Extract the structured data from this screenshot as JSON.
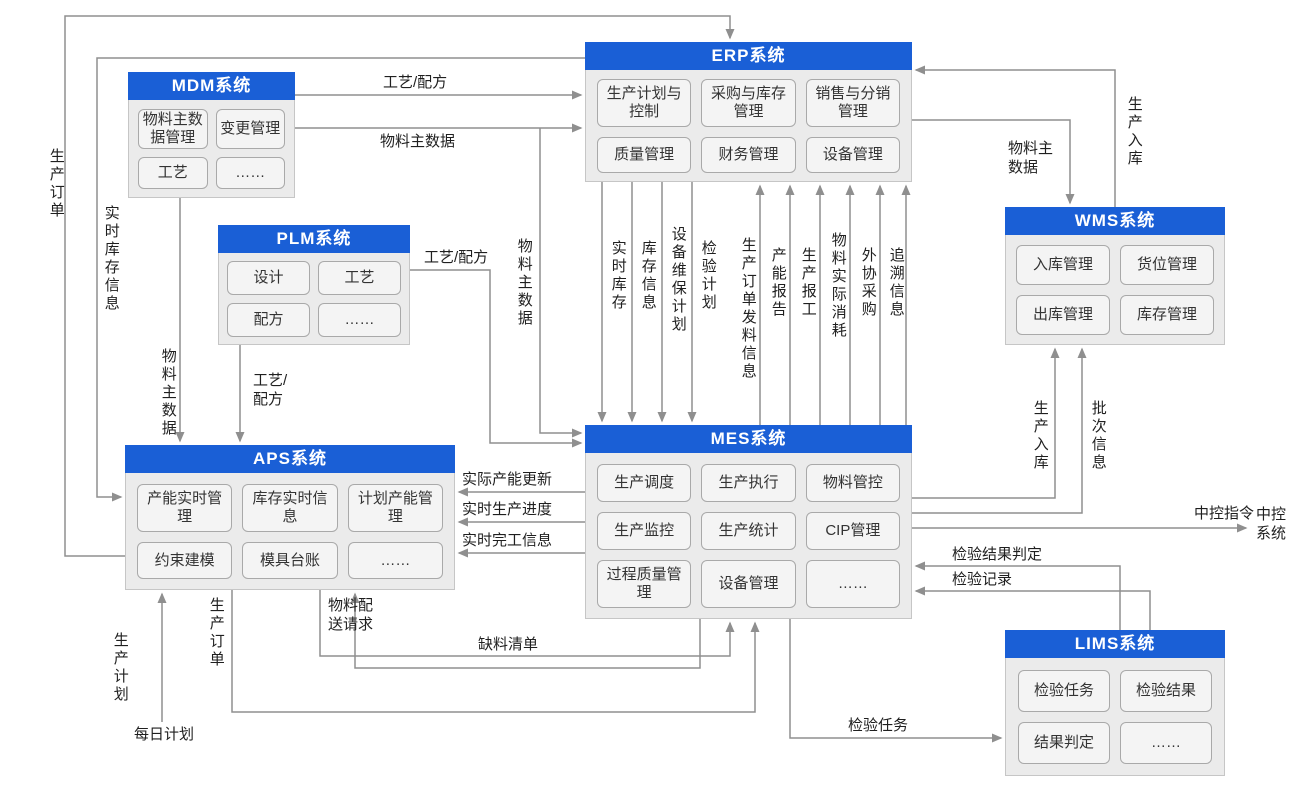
{
  "systems": {
    "mdm": {
      "title": "MDM系统",
      "items": [
        "物料主数据管理",
        "变更管理",
        "工艺",
        "……"
      ]
    },
    "plm": {
      "title": "PLM系统",
      "items": [
        "设计",
        "工艺",
        "配方",
        "……"
      ]
    },
    "erp": {
      "title": "ERP系统",
      "items": [
        "生产计划与控制",
        "采购与库存管理",
        "销售与分销管理",
        "质量管理",
        "财务管理",
        "设备管理"
      ]
    },
    "wms": {
      "title": "WMS系统",
      "items": [
        "入库管理",
        "货位管理",
        "出库管理",
        "库存管理"
      ]
    },
    "aps": {
      "title": "APS系统",
      "items": [
        "产能实时管理",
        "库存实时信息",
        "计划产能管理",
        "约束建模",
        "模具台账",
        "……"
      ]
    },
    "mes": {
      "title": "MES系统",
      "items": [
        "生产调度",
        "生产执行",
        "物料管控",
        "生产监控",
        "生产统计",
        "CIP管理",
        "过程质量管理",
        "设备管理",
        "……"
      ]
    },
    "lims": {
      "title": "LIMS系统",
      "items": [
        "检验任务",
        "检验结果",
        "结果判定",
        "……"
      ]
    }
  },
  "flows": {
    "aps_to_erp_order": "生产订单",
    "erp_to_aps_inventory": "实时库存信息",
    "mdm_to_aps_material": "物料主数据",
    "mdm_to_erp_process": "工艺/配方",
    "mdm_to_erp_material": "物料主数据",
    "mdm_to_mes_material": "物料主数据",
    "plm_to_mes_process": "工艺/配方",
    "plm_to_aps_process": "工艺/配方",
    "erp_mes_down": [
      "实时库存",
      "库存信息",
      "设备维保计划",
      "检验计划"
    ],
    "mes_erp_up": [
      "生产订单发料信息",
      "产能报告",
      "生产报工",
      "物料实际消耗",
      "外协采购",
      "追溯信息"
    ],
    "erp_to_wms_material": "物料主数据",
    "wms_to_erp_inbound": "生产入库",
    "mes_to_wms_inbound": "生产入库",
    "mes_to_wms_batch": "批次信息",
    "mes_to_central": "中控指令",
    "lims_to_mes_result": "检验结果判定",
    "lims_to_mes_record": "检验记录",
    "mes_to_lims_task": "检验任务",
    "mes_to_aps": [
      "实际产能更新",
      "实时生产进度",
      "实时完工信息"
    ],
    "aps_to_mes_order": "生产订单",
    "aps_to_mes_delivery": "物料配送请求",
    "mes_to_aps_shortage": "缺料清单",
    "daily_plan": "每日计划",
    "prod_plan": "生产计划"
  },
  "external": {
    "central_control": "中控系统"
  },
  "colors": {
    "header_blue": "#1A5FD6",
    "arrow_gray": "#8F8F8F",
    "body_gray": "#EBEBEB",
    "chip_gray": "#F4F4F4"
  }
}
